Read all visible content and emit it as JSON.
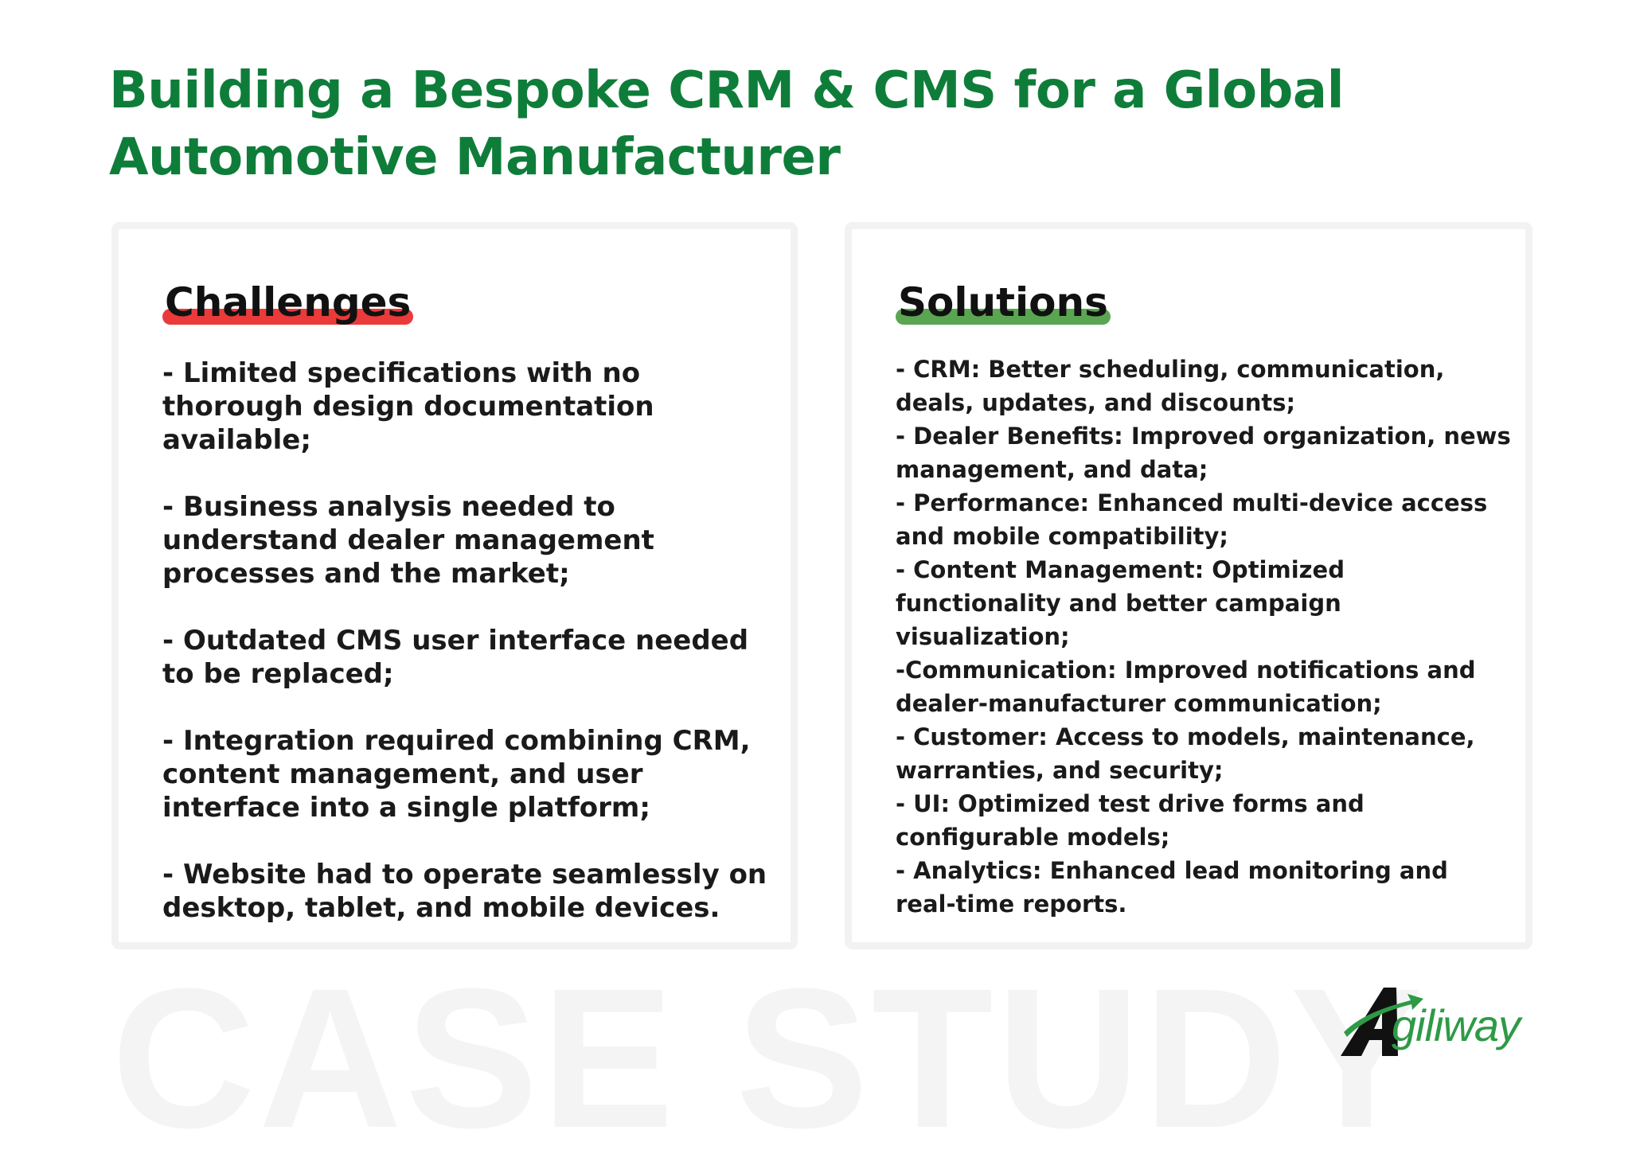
{
  "title": "Building a Bespoke CRM & CMS for a Global Automotive Manufacturer",
  "challenges": {
    "heading": "Challenges",
    "items": [
      "- Limited specifications with no thorough design documentation available;",
      "- Business analysis needed to understand dealer management processes and the market;",
      "- Outdated CMS user interface needed to be replaced;",
      "- Integration required combining CRM, content management, and user interface into a single platform;",
      "- Website had to operate seamlessly on desktop, tablet, and mobile devices."
    ]
  },
  "solutions": {
    "heading": "Solutions",
    "items": [
      "- CRM: Better scheduling, communication, deals, updates, and discounts;",
      "- Dealer Benefits: Improved organization, news management, and data;",
      "- Performance: Enhanced multi-device access and mobile compatibility;",
      "- Content Management: Optimized functionality and better campaign visualization;",
      "-Communication: Improved notifications and dealer-manufacturer communication;",
      "- Customer: Access to models, maintenance, warranties, and security;",
      "- UI: Optimized test drive forms and configurable models;",
      "- Analytics: Enhanced lead monitoring and real-time reports."
    ]
  },
  "watermark": "CASE STUDY",
  "logo": {
    "text": "giliway",
    "icon": "agiliway-a-arrow-logo"
  },
  "colors": {
    "title": "#0f7d3a",
    "challenges_accent": "#ea3a3a",
    "solutions_accent": "#5aa552",
    "logo_green": "#2e9a46"
  }
}
